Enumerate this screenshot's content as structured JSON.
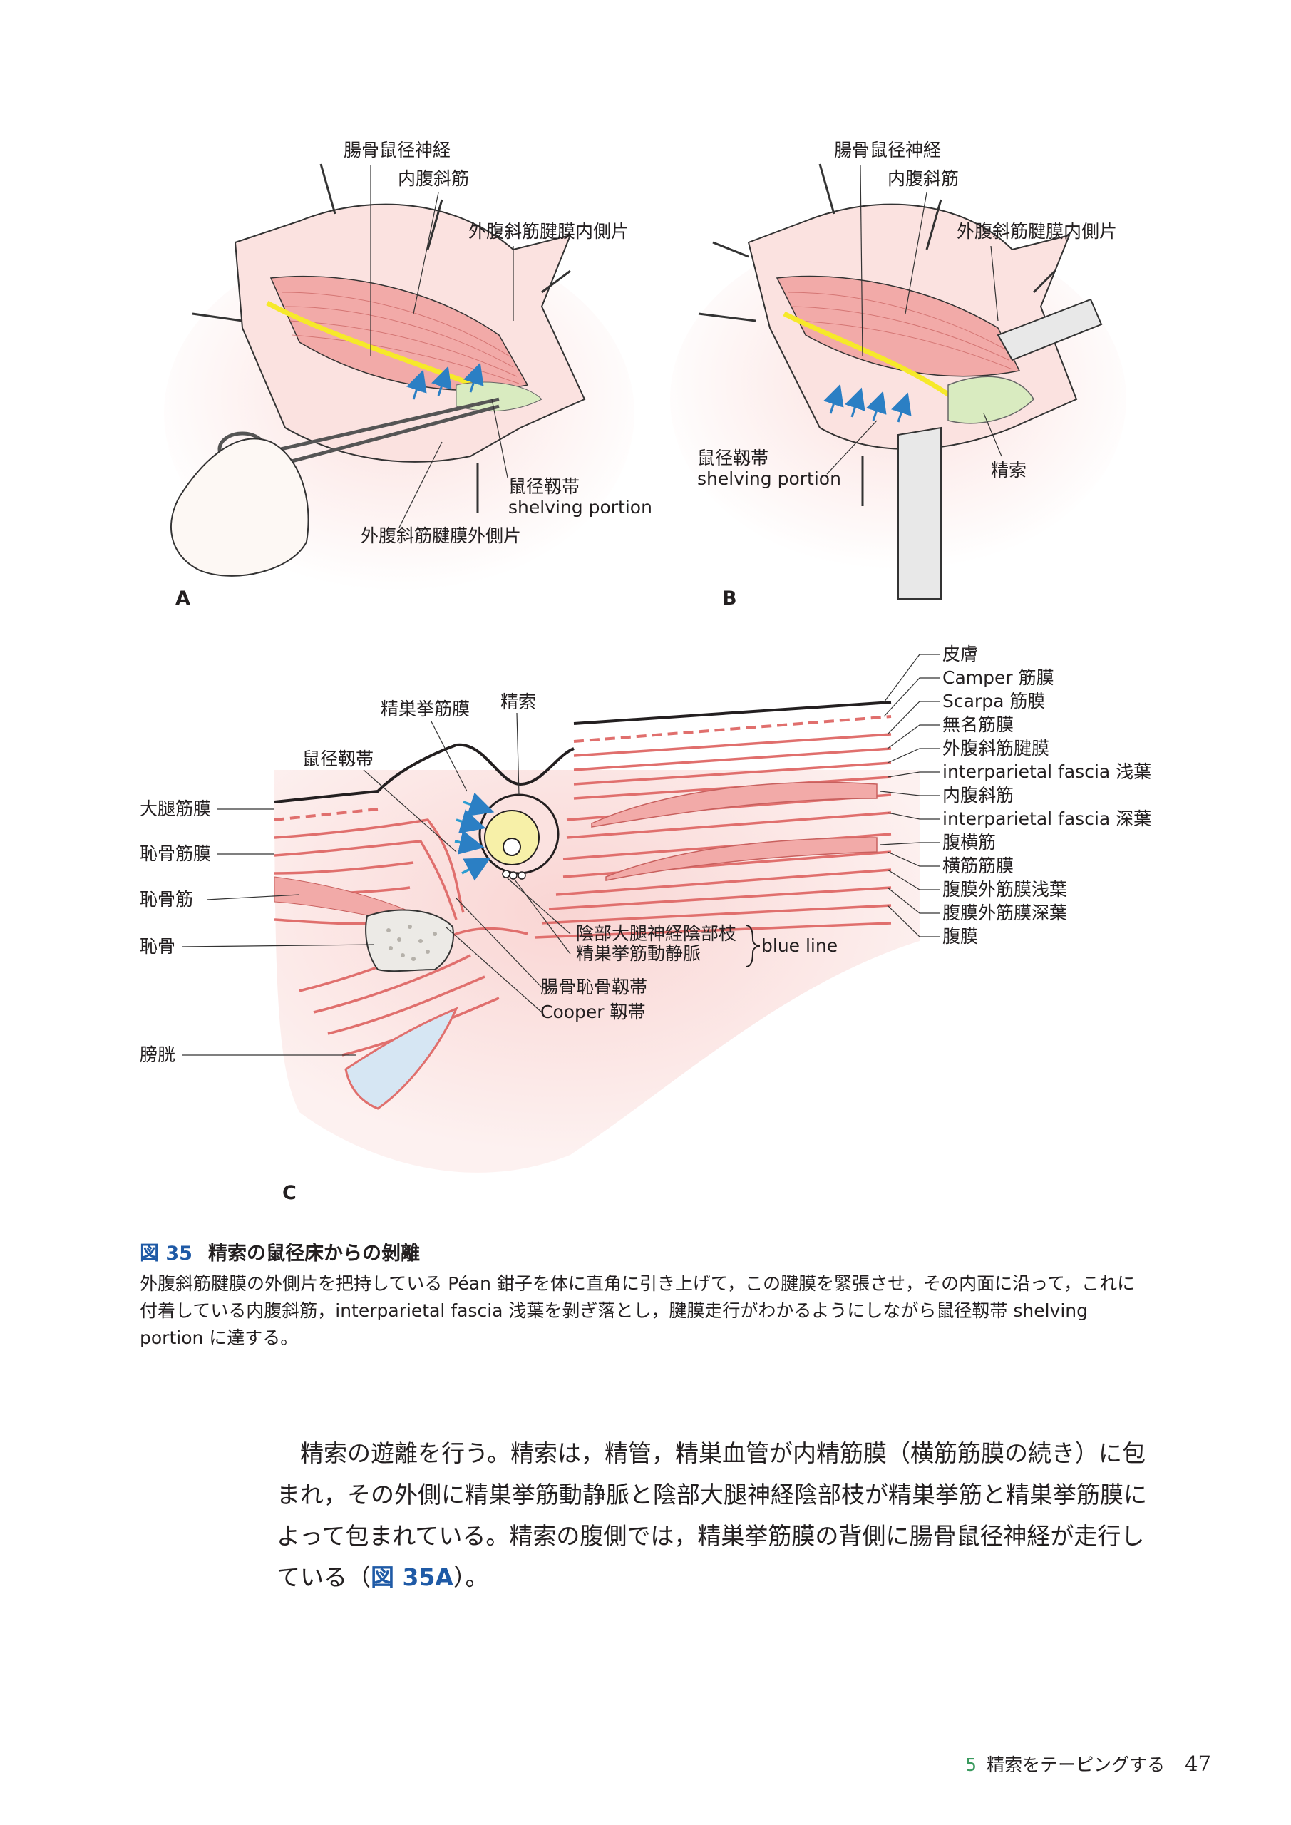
{
  "panels": {
    "a": {
      "letter": "A",
      "labels": {
        "ilioinguinal_nerve": "腸骨鼠径神経",
        "internal_oblique": "内腹斜筋",
        "eoa_medial": "外腹斜筋腱膜内側片",
        "shelving_ja": "鼠径靱帯",
        "shelving_en": "shelving portion",
        "eoa_lateral": "外腹斜筋腱膜外側片"
      }
    },
    "b": {
      "letter": "B",
      "labels": {
        "ilioinguinal_nerve": "腸骨鼠径神経",
        "internal_oblique": "内腹斜筋",
        "eoa_medial": "外腹斜筋腱膜内側片",
        "shelving_ja": "鼠径靱帯",
        "shelving_en": "shelving portion",
        "spermatic_cord": "精索"
      }
    },
    "c": {
      "letter": "C",
      "left_labels": [
        "大腿筋膜",
        "恥骨筋膜",
        "恥骨筋",
        "恥骨",
        "膀胱"
      ],
      "top_labels": {
        "cremasteric_fascia": "精巣挙筋膜",
        "spermatic_cord": "精索",
        "shelving": "鼠径靱帯"
      },
      "right_labels": [
        "皮膚",
        "Camper 筋膜",
        "Scarpa 筋膜",
        "無名筋膜",
        "外腹斜筋腱膜",
        "interparietal fascia 浅葉",
        "内腹斜筋",
        "interparietal fascia 深葉",
        "腹横筋",
        "横筋筋膜",
        "腹膜外筋膜浅葉",
        "腹膜外筋膜深葉",
        "腹膜"
      ],
      "bottom_labels": {
        "genital_branch": "陰部大腿神経陰部枝",
        "cremasteric_vessels": "精巣挙筋動静脈",
        "blue_line": "blue line",
        "iliopubic_tract": "腸骨恥骨靱帯",
        "cooper": "Cooper 靱帯"
      }
    }
  },
  "caption": {
    "number": "図 35",
    "title": "精索の鼠径床からの剝離",
    "body": "外腹斜筋腱膜の外側片を把持している Péan 鉗子を体に直角に引き上げて，この腱膜を緊張させ，その内面に沿って，これに付着している内腹斜筋，interparietal fascia 浅葉を剝ぎ落とし，腱膜走行がわかるようにしながら鼠径靱帯 shelving portion に達する。"
  },
  "body": {
    "text_main": "精索の遊離を行う。精索は，精管，精巣血管が内精筋膜（横筋筋膜の続き）に包まれ，その外側に精巣挙筋動静脈と陰部大腿神経陰部枝が精巣挙筋と精巣挙筋膜によって包まれている。精索の腹側では，精巣挙筋膜の背側に腸骨鼠径神経が走行している（",
    "ref": "図 35A",
    "text_end": "）。"
  },
  "footer": {
    "chapter_number": "5",
    "chapter_title": "精索をテーピングする",
    "page": "47"
  },
  "colors": {
    "muscle": "#f2aaa8",
    "fascia_line": "#e06f6d",
    "nerve": "#f6e92a",
    "cord": "#d9ebc0",
    "arrow": "#2b7fc4",
    "accent_blue": "#1f5aa6"
  }
}
